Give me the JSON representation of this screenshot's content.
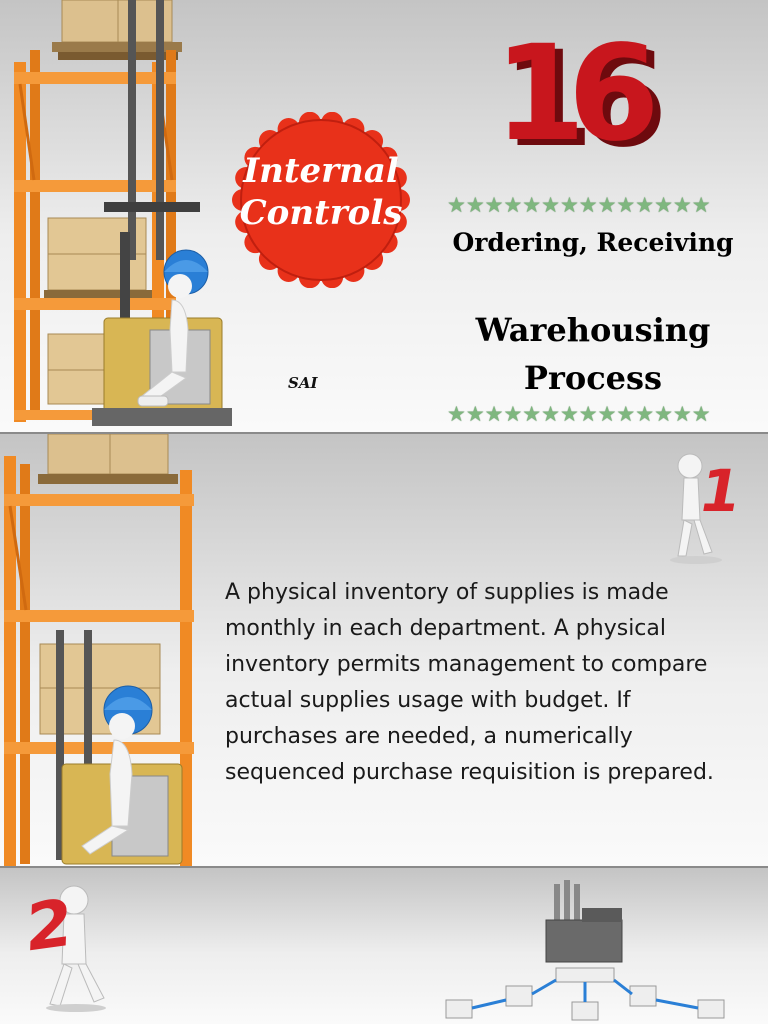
{
  "slide1": {
    "badge_number": "16",
    "seal_text": [
      "Internal",
      "Controls"
    ],
    "subtitle_line1": "Ordering, Receiving",
    "subtitle_line2": "Warehousing",
    "subtitle_line3": "Process",
    "author": "SAI",
    "stars": "★★★★★★★★★★★★★★"
  },
  "slide2": {
    "step_number": "1",
    "body": "A physical inventory of supplies is made monthly in each department. A physical inventory permits management to compare actual supplies usage with budget. If purchases are needed, a numerically sequenced purchase requisition is prepared."
  },
  "slide3": {
    "step_number": "2"
  },
  "colors": {
    "rack_orange": "#f08a24",
    "seal_red": "#e8311a",
    "number_red": "#c8161d",
    "star_green": "#7fb77f",
    "helmet_blue": "#2a7fd6"
  }
}
